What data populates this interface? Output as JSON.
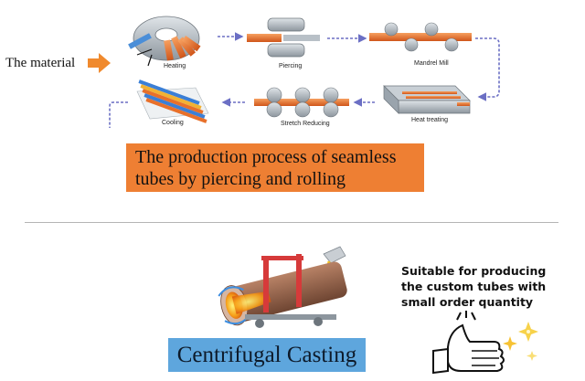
{
  "material_label": "The material",
  "steps": {
    "heating": "Heating",
    "piercing": "Piercing",
    "mandrel_mill": "Mandrel Mill",
    "heat_treating": "Heat treating",
    "stretch_reducing": "Stretch Reducing",
    "cooling": "Cooling"
  },
  "seamless_caption": "The production process of seamless tubes by piercing and rolling",
  "centrifugal_caption": "Centrifugal Casting",
  "suitable_note": "Suitable for producing the custom tubes with small order quantity",
  "colors": {
    "caption_orange": "#ee7f33",
    "caption_blue": "#5ea6dd",
    "flow_arrow": "#6b6fc4",
    "tube_orange": "#e8702a",
    "equipment_gray": "#9aa4ad"
  }
}
